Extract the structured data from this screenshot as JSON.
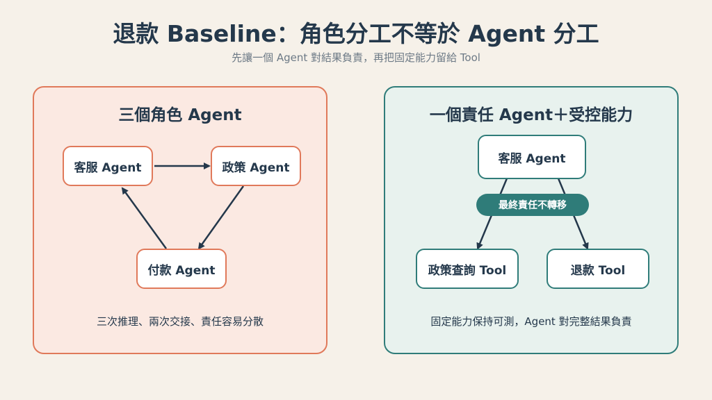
{
  "title": "退款 Baseline：角色分工不等於 Agent 分工",
  "subtitle": "先讓一個 Agent 對結果負責，再把固定能力留給 Tool",
  "left_panel": {
    "title": "三個角色 Agent",
    "nodes": {
      "customer": "客服 Agent",
      "policy": "政策 Agent",
      "payment": "付款 Agent"
    },
    "caption": "三次推理、兩次交接、責任容易分散"
  },
  "right_panel": {
    "title": "一個責任 Agent＋受控能力",
    "nodes": {
      "customer": "客服 Agent",
      "policy_tool": "政策查詢 Tool",
      "refund_tool": "退款 Tool"
    },
    "badge": "最終責任不轉移",
    "caption": "固定能力保持可測，Agent 對完整結果負責"
  },
  "colors": {
    "background": "#f6f1e9",
    "left_accent": "#e0795a",
    "left_fill": "#fbe9e2",
    "right_accent": "#2f7c79",
    "right_fill": "#e8f2ee",
    "text": "#24384b",
    "arrow": "#24384b"
  }
}
